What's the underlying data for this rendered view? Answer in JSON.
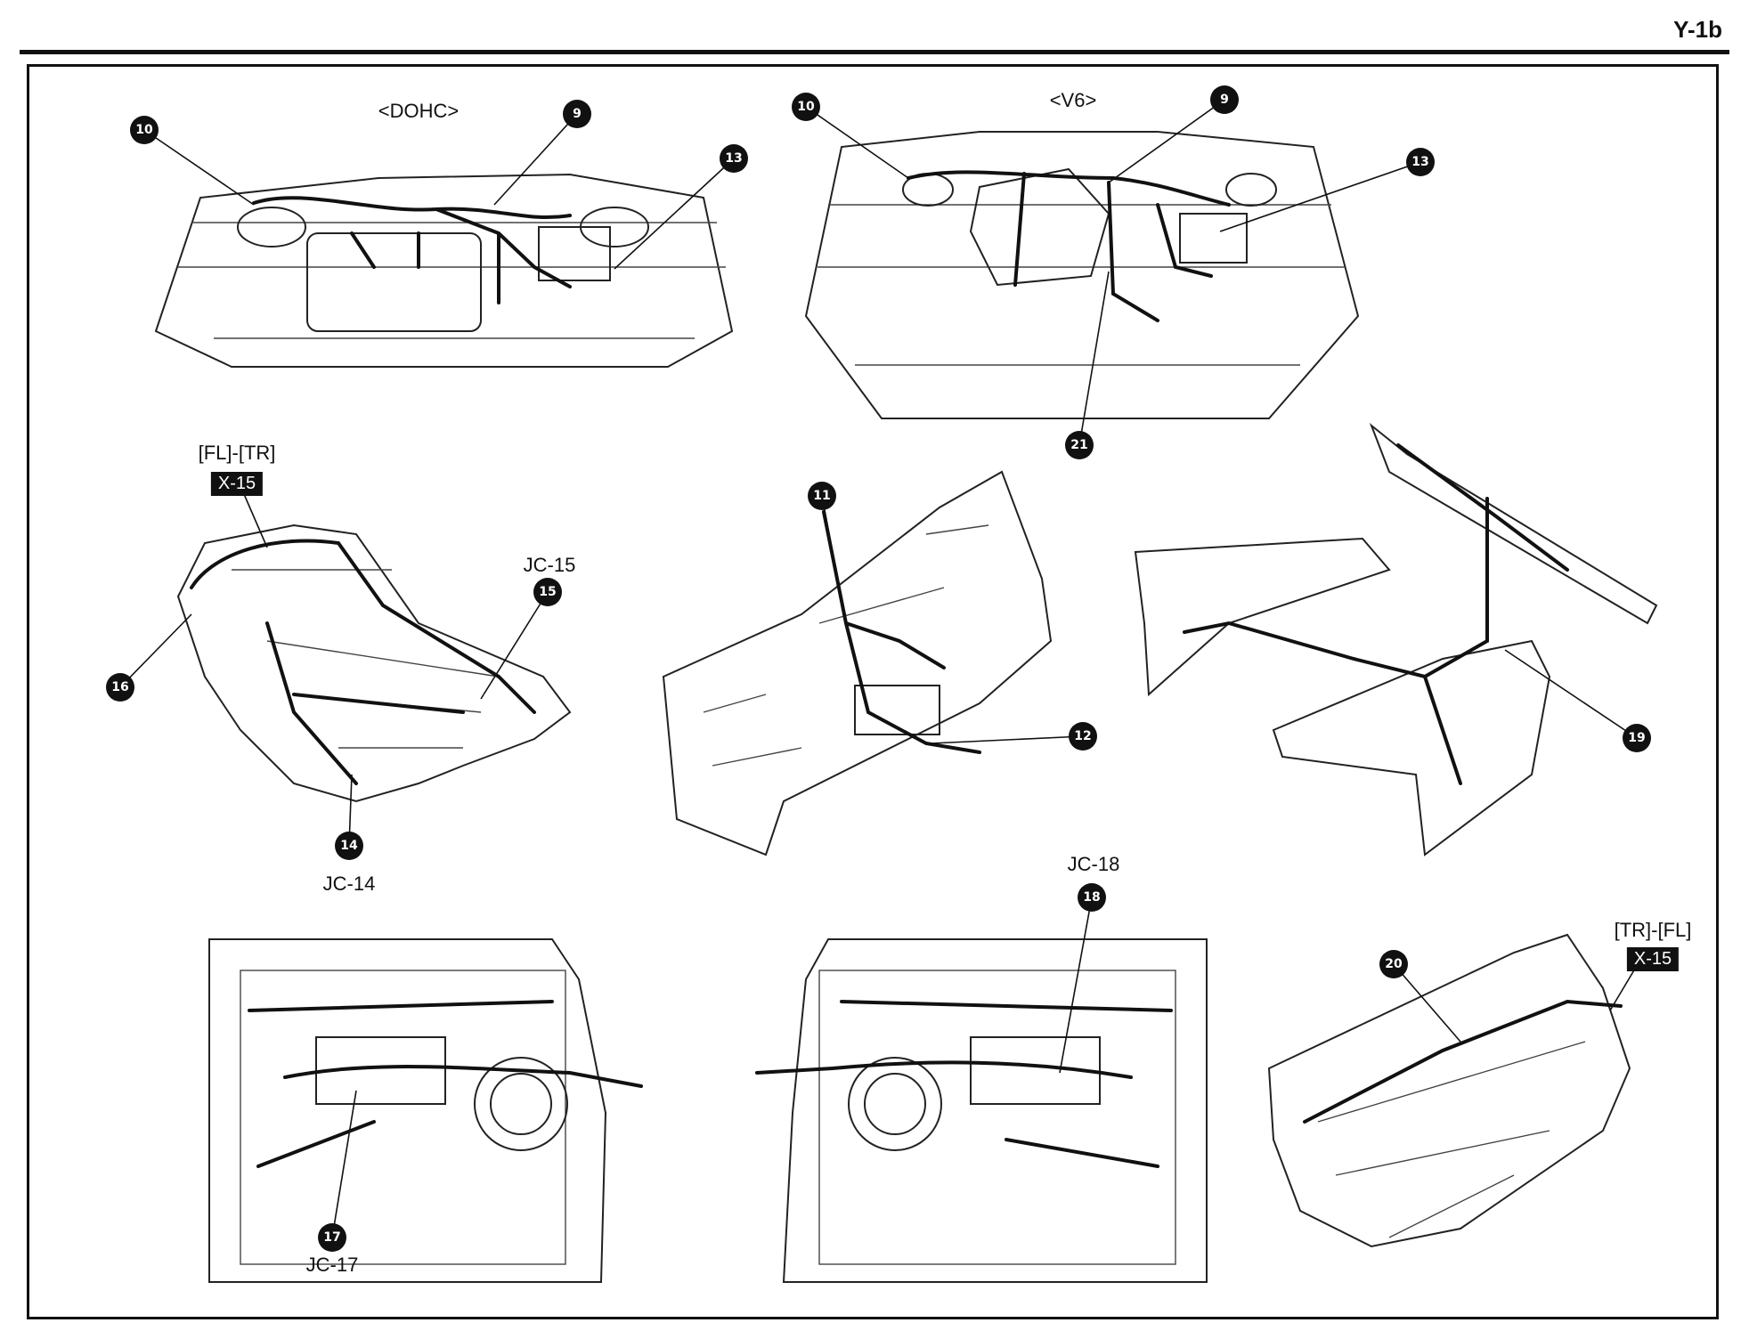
{
  "page_label": "Y-1b",
  "views": {
    "dohc": {
      "title": "<DOHC>"
    },
    "v6": {
      "title": "<V6>"
    }
  },
  "connectors": {
    "fl_tr": "[FL]-[TR]",
    "tr_fl": "[TR]-[FL]",
    "x15": "X-15",
    "jc14": "JC-14",
    "jc15": "JC-15",
    "jc17": "JC-17",
    "jc18": "JC-18"
  },
  "callouts": {
    "n9": "9",
    "n10": "10",
    "n11": "11",
    "n12": "12",
    "n13": "13",
    "n14": "14",
    "n15": "15",
    "n16": "16",
    "n17": "17",
    "n18": "18",
    "n19": "19",
    "n20": "20",
    "n21": "21"
  },
  "colors": {
    "ink": "#111111",
    "background": "#ffffff"
  }
}
